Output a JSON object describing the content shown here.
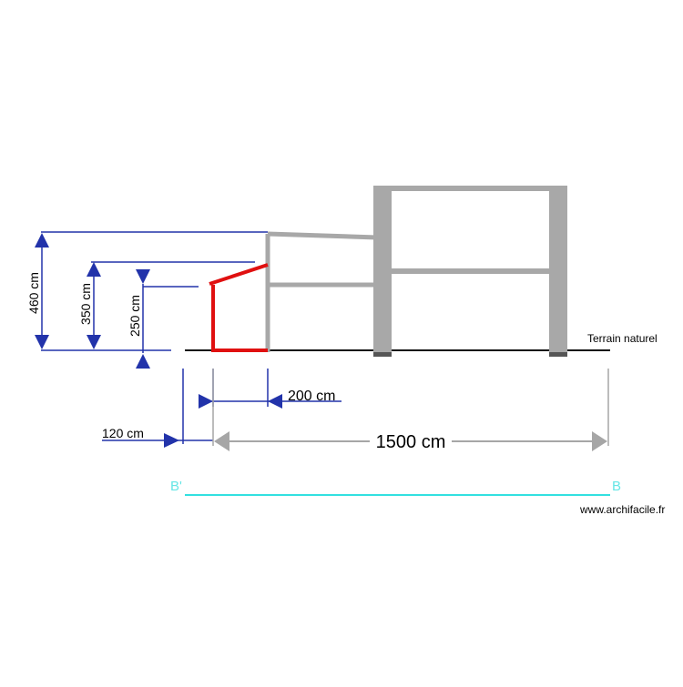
{
  "dimensions": {
    "height_460": "460 cm",
    "height_350": "350 cm",
    "height_250": "250 cm",
    "width_200": "200 cm",
    "width_120": "120 cm",
    "length_1500": "1500 cm"
  },
  "labels": {
    "ground": "Terrain naturel",
    "section_start": "B'",
    "section_end": "B",
    "watermark": "www.archifacile.fr"
  },
  "colors": {
    "dimension": "#2233aa",
    "dimension_grey": "#a6a6a6",
    "structure": "#a8a8a8",
    "structure_dark": "#555555",
    "new_extension": "#e01010",
    "section_line": "#33e0e0",
    "ground": "#111111"
  }
}
